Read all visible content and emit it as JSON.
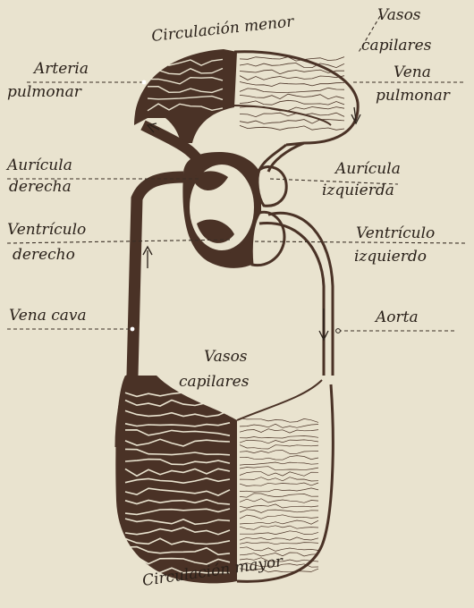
{
  "title_top": "Circulación menor",
  "title_bottom": "Circulación mayor",
  "labels": {
    "arteria_pulmonar": [
      "Arteria",
      "pulmonar"
    ],
    "vasos_capilares_top": [
      "Vasos",
      "capilares"
    ],
    "vena_pulmonar": [
      "Vena",
      "pulmonar"
    ],
    "auricula_derecha": [
      "Aurícula",
      "derecha"
    ],
    "auricula_izquierda": [
      "Aurícula",
      "izquierda"
    ],
    "ventriculo_derecho": [
      "Ventrículo",
      "derecho"
    ],
    "ventriculo_izquierdo": [
      "Ventrículo",
      "izquierdo"
    ],
    "vena_cava": "Vena cava",
    "aorta": "Aorta",
    "vasos_capilares_center": [
      "Vasos",
      "capilares"
    ]
  },
  "colors": {
    "paper": "#e9e3cf",
    "venous": "#4a3226",
    "ink": "#2a211a"
  }
}
